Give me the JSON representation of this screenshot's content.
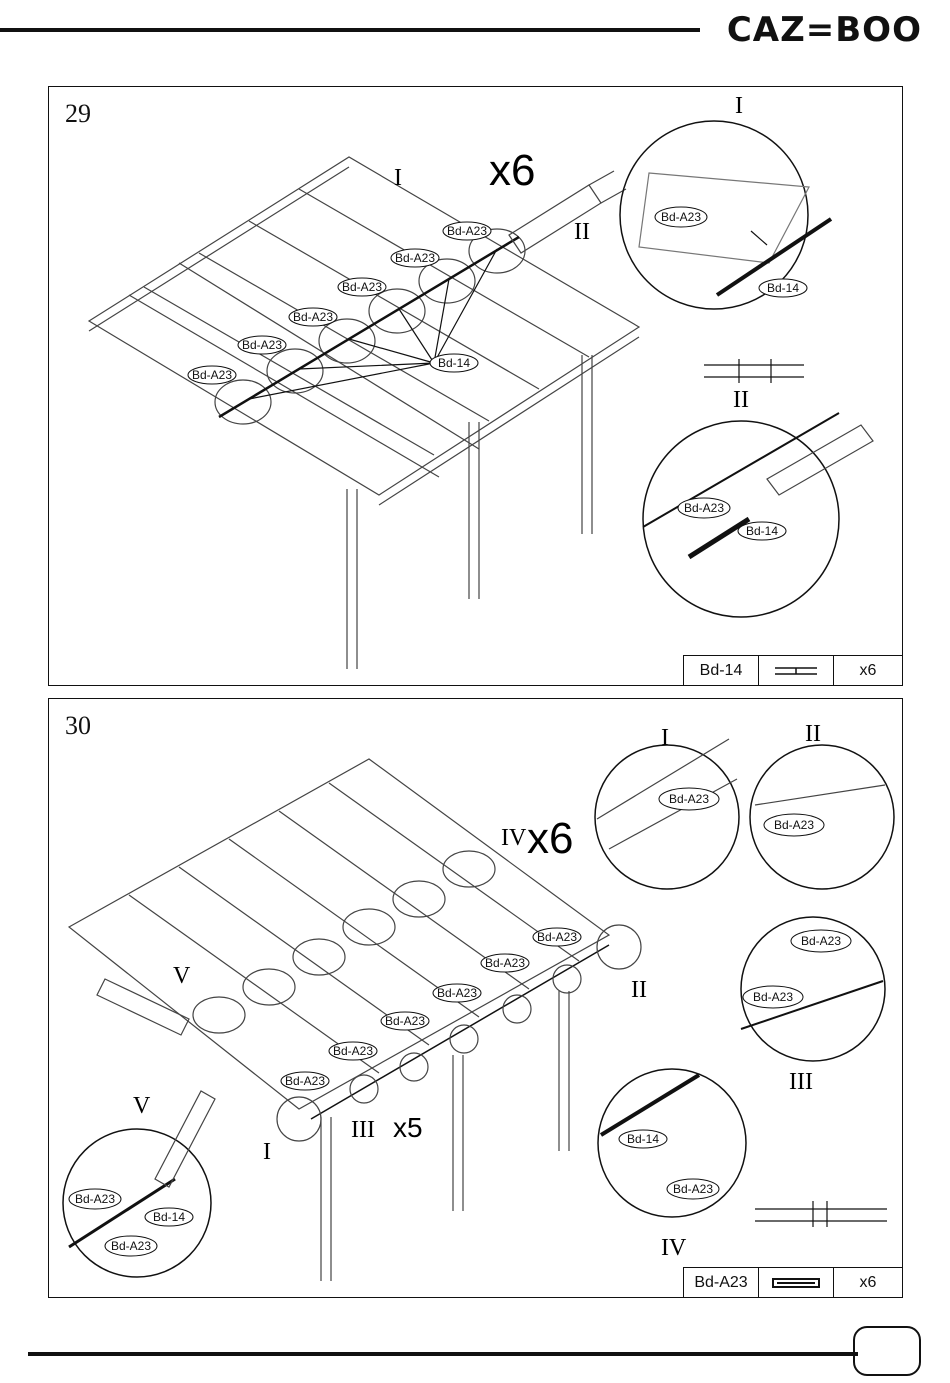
{
  "brand": "CAZ=BOO",
  "page_number": "",
  "step29": {
    "number": "29",
    "multiplier": "x6",
    "detail_labels": [
      "I",
      "II"
    ],
    "label_bd_a23": "Bd-A23",
    "label_bd_14": "Bd-14",
    "part": {
      "code": "Bd-14",
      "qty": "x6"
    }
  },
  "step30": {
    "number": "30",
    "multiplier": "x6",
    "multiplier_x5": "x5",
    "detail_labels": [
      "I",
      "II",
      "III",
      "IV",
      "V"
    ],
    "label_bd_a23": "Bd-A23",
    "label_bd_14": "Bd-14",
    "part": {
      "code": "Bd-A23",
      "qty": "x6"
    }
  }
}
